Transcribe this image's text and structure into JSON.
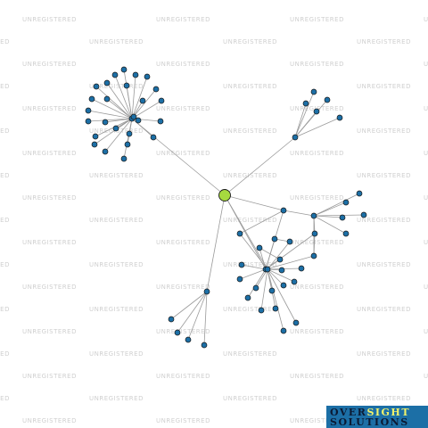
{
  "watermark": "UNREGISTERED",
  "logo": {
    "line1_a": "OVER",
    "line1_b": "SIGHT",
    "line2": "SOLUTIONS"
  },
  "colors": {
    "focus": "#a6d93f",
    "node": "#1c6fa6",
    "edge": "#9a9a9a",
    "background": "#ffffff"
  },
  "graph": {
    "nodes": [
      {
        "id": "focus",
        "type": "focus"
      },
      {
        "id": "h1"
      },
      {
        "id": "h2"
      },
      {
        "id": "h3"
      },
      {
        "id": "h4"
      },
      {
        "id": "h5"
      },
      {
        "id": "h6"
      },
      {
        "id": "h7"
      },
      {
        "id": "a1"
      },
      {
        "id": "a2"
      },
      {
        "id": "a3"
      },
      {
        "id": "a4"
      },
      {
        "id": "a5"
      },
      {
        "id": "a6"
      },
      {
        "id": "a7"
      },
      {
        "id": "a8"
      },
      {
        "id": "a9"
      },
      {
        "id": "a10"
      },
      {
        "id": "a11"
      },
      {
        "id": "a12"
      },
      {
        "id": "a13"
      },
      {
        "id": "a14"
      },
      {
        "id": "a15"
      },
      {
        "id": "a16"
      },
      {
        "id": "a17"
      },
      {
        "id": "a18"
      },
      {
        "id": "a19"
      },
      {
        "id": "a20"
      },
      {
        "id": "a21"
      },
      {
        "id": "a22"
      },
      {
        "id": "a23"
      },
      {
        "id": "a24"
      },
      {
        "id": "a25"
      },
      {
        "id": "a26"
      },
      {
        "id": "b1"
      },
      {
        "id": "b2"
      },
      {
        "id": "b3"
      },
      {
        "id": "b4"
      },
      {
        "id": "c1"
      },
      {
        "id": "c2"
      },
      {
        "id": "c3"
      },
      {
        "id": "c4"
      },
      {
        "id": "c5"
      },
      {
        "id": "d1"
      },
      {
        "id": "d2"
      },
      {
        "id": "d3"
      },
      {
        "id": "d4"
      },
      {
        "id": "e1"
      },
      {
        "id": "e2"
      },
      {
        "id": "e3"
      },
      {
        "id": "e4"
      },
      {
        "id": "e5"
      },
      {
        "id": "e6"
      },
      {
        "id": "e7"
      },
      {
        "id": "e8"
      },
      {
        "id": "e9"
      },
      {
        "id": "e10"
      },
      {
        "id": "e11"
      },
      {
        "id": "e12"
      },
      {
        "id": "e13"
      },
      {
        "id": "e14"
      },
      {
        "id": "e15"
      },
      {
        "id": "e16"
      },
      {
        "id": "e17"
      },
      {
        "id": "e18"
      },
      {
        "id": "e19"
      },
      {
        "id": "e20"
      }
    ],
    "edges": [
      [
        "focus",
        "h1"
      ],
      [
        "focus",
        "h2"
      ],
      [
        "focus",
        "h3"
      ],
      [
        "focus",
        "h4"
      ],
      [
        "focus",
        "h5"
      ],
      [
        "focus",
        "h7"
      ],
      [
        "h1",
        "a1"
      ],
      [
        "h1",
        "a2"
      ],
      [
        "h1",
        "a3"
      ],
      [
        "h1",
        "a4"
      ],
      [
        "h1",
        "a5"
      ],
      [
        "h1",
        "a6"
      ],
      [
        "h1",
        "a7"
      ],
      [
        "h1",
        "a8"
      ],
      [
        "h1",
        "a9"
      ],
      [
        "h1",
        "a10"
      ],
      [
        "h1",
        "a11"
      ],
      [
        "h1",
        "a12"
      ],
      [
        "h1",
        "a13"
      ],
      [
        "h1",
        "a14"
      ],
      [
        "h1",
        "a15"
      ],
      [
        "h1",
        "a16"
      ],
      [
        "h1",
        "a17"
      ],
      [
        "h1",
        "a18"
      ],
      [
        "h1",
        "a19"
      ],
      [
        "h1",
        "a20"
      ],
      [
        "h1",
        "a21"
      ],
      [
        "h1",
        "a22"
      ],
      [
        "h1",
        "a23"
      ],
      [
        "h1",
        "a24"
      ],
      [
        "h1",
        "a25"
      ],
      [
        "h1",
        "a26"
      ],
      [
        "h2",
        "b1"
      ],
      [
        "h2",
        "b2"
      ],
      [
        "h2",
        "b3"
      ],
      [
        "h2",
        "b4"
      ],
      [
        "h3",
        "h6"
      ],
      [
        "h3",
        "h4"
      ],
      [
        "h3",
        "e3"
      ],
      [
        "h6",
        "c1"
      ],
      [
        "h6",
        "c2"
      ],
      [
        "h6",
        "c3"
      ],
      [
        "h6",
        "c4"
      ],
      [
        "h6",
        "c5"
      ],
      [
        "h6",
        "e2"
      ],
      [
        "h6",
        "e1"
      ],
      [
        "h7",
        "d1"
      ],
      [
        "h7",
        "d2"
      ],
      [
        "h7",
        "d3"
      ],
      [
        "h7",
        "d4"
      ],
      [
        "h4",
        "e1"
      ],
      [
        "h4",
        "e2"
      ],
      [
        "h4",
        "e4"
      ],
      [
        "h4",
        "e6"
      ],
      [
        "h4",
        "e7"
      ],
      [
        "h4",
        "e8"
      ],
      [
        "h4",
        "e11"
      ],
      [
        "h4",
        "e16"
      ],
      [
        "h5",
        "e3"
      ],
      [
        "h5",
        "e5"
      ],
      [
        "h5",
        "e9"
      ],
      [
        "h5",
        "e10"
      ],
      [
        "h5",
        "e12"
      ],
      [
        "h5",
        "e13"
      ],
      [
        "h5",
        "e14"
      ],
      [
        "h5",
        "e15"
      ],
      [
        "h5",
        "e17"
      ],
      [
        "h5",
        "e18"
      ],
      [
        "h5",
        "e19"
      ],
      [
        "h5",
        "e20"
      ],
      [
        "e1",
        "e2"
      ],
      [
        "e4",
        "e5"
      ],
      [
        "e6",
        "e7"
      ]
    ]
  }
}
